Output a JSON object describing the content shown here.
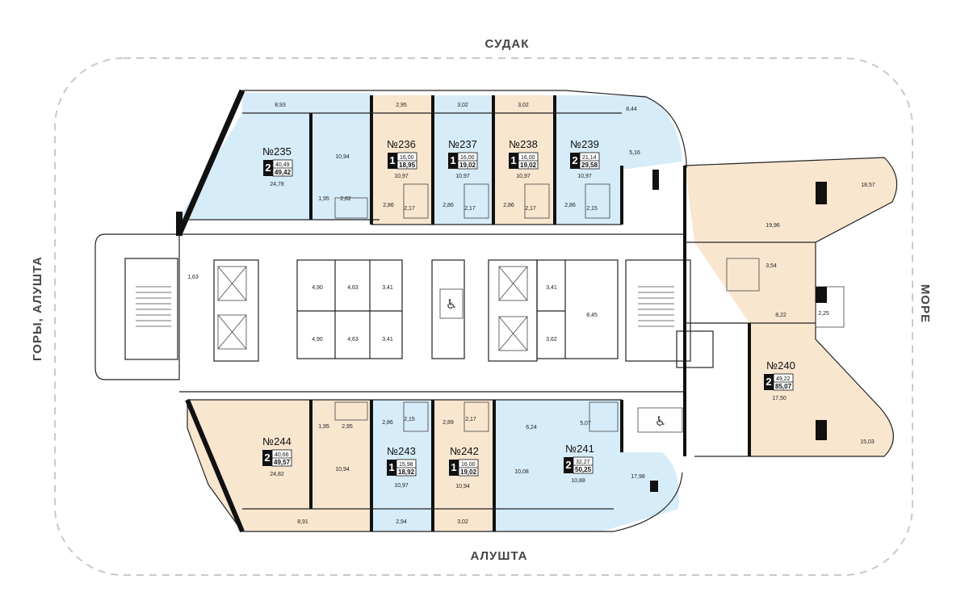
{
  "compass": {
    "north": "СУДАК",
    "south": "АЛУШТА",
    "west": "ГОРЫ, АЛУШТА",
    "east": "МОРЕ"
  },
  "apartments": [
    {
      "number": "№235",
      "rooms": "2",
      "living": "40,49",
      "total": "49,42",
      "color": "#d6ecf8"
    },
    {
      "number": "№236",
      "rooms": "1",
      "living": "16,00",
      "total": "18,95",
      "color": "#f9e6cf"
    },
    {
      "number": "№237",
      "rooms": "1",
      "living": "16,00",
      "total": "19,02",
      "color": "#d6ecf8"
    },
    {
      "number": "№238",
      "rooms": "1",
      "living": "16,00",
      "total": "19,02",
      "color": "#f9e6cf"
    },
    {
      "number": "№239",
      "rooms": "2",
      "living": "21,14",
      "total": "29,58",
      "color": "#d6ecf8"
    },
    {
      "number": "№240",
      "rooms": "2",
      "living": "49,22",
      "total": "85,07",
      "color": "#f9e6cf"
    },
    {
      "number": "№241",
      "rooms": "2",
      "living": "32,27",
      "total": "50,25",
      "color": "#d6ecf8"
    },
    {
      "number": "№242",
      "rooms": "1",
      "living": "16,00",
      "total": "19,02",
      "color": "#f9e6cf"
    },
    {
      "number": "№243",
      "rooms": "1",
      "living": "15,98",
      "total": "18,92",
      "color": "#d6ecf8"
    },
    {
      "number": "№244",
      "rooms": "2",
      "living": "40,66",
      "total": "49,57",
      "color": "#f9e6cf"
    }
  ],
  "room_areas": {
    "a235": [
      "8,93",
      "24,78",
      "10,94",
      "1,95",
      "2,82"
    ],
    "a236": [
      "2,95",
      "10,97",
      "2,86",
      "2,17"
    ],
    "a237": [
      "3,02",
      "10,97",
      "2,86",
      "2,17"
    ],
    "a238": [
      "3,02",
      "10,97",
      "2,86",
      "2,17"
    ],
    "a239": [
      "8,44",
      "5,16",
      "10,97",
      "2,86",
      "2,15"
    ],
    "a240": [
      "18,57",
      "19,96",
      "3,54",
      "8,22",
      "2,25",
      "17,50",
      "15,03"
    ],
    "a241": [
      "6,24",
      "5,07",
      "10,08",
      "10,88",
      "17,98"
    ],
    "a242": [
      "2,89",
      "2,17",
      "10,94",
      "3,02"
    ],
    "a243": [
      "2,86",
      "2,15",
      "10,97",
      "2,94"
    ],
    "a244": [
      "1,95",
      "2,95",
      "24,82",
      "10,94",
      "8,91"
    ],
    "core": [
      "1,63",
      "4,90",
      "4,63",
      "3,41",
      "4,90",
      "4,63",
      "3,41",
      "3,41",
      "3,62",
      "8,45"
    ]
  }
}
